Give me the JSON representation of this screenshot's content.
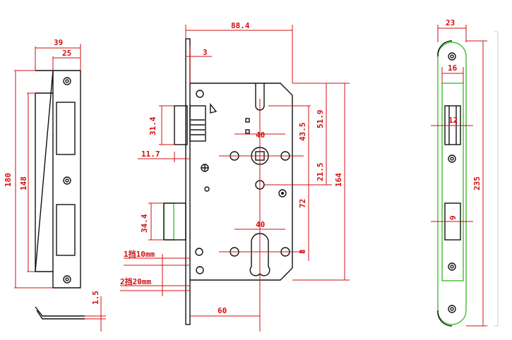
{
  "strike_plate": {
    "width_total": "39",
    "width_inner": "25",
    "height_total": "180",
    "height_inner": "148",
    "thickness": "1.5"
  },
  "lock_body": {
    "width_total": "88.4",
    "faceplate_thickness": "3",
    "latch_height": "31.4",
    "latch_projection": "11.7",
    "center_spacing_top": "40",
    "dim_43_5": "43.5",
    "dim_51_9": "51.9",
    "dim_21_5": "21.5",
    "center_to_center": "72",
    "body_height": "164",
    "deadbolt_height": "34.4",
    "center_spacing_bottom": "40",
    "dim_8": "8",
    "note_1": "1挡10mm",
    "note_2": "2挡20mm",
    "backset": "60"
  },
  "faceplate": {
    "width": "23",
    "inner_width": "16",
    "latch_slot": "12",
    "bolt_slot": "9",
    "length": "235"
  }
}
